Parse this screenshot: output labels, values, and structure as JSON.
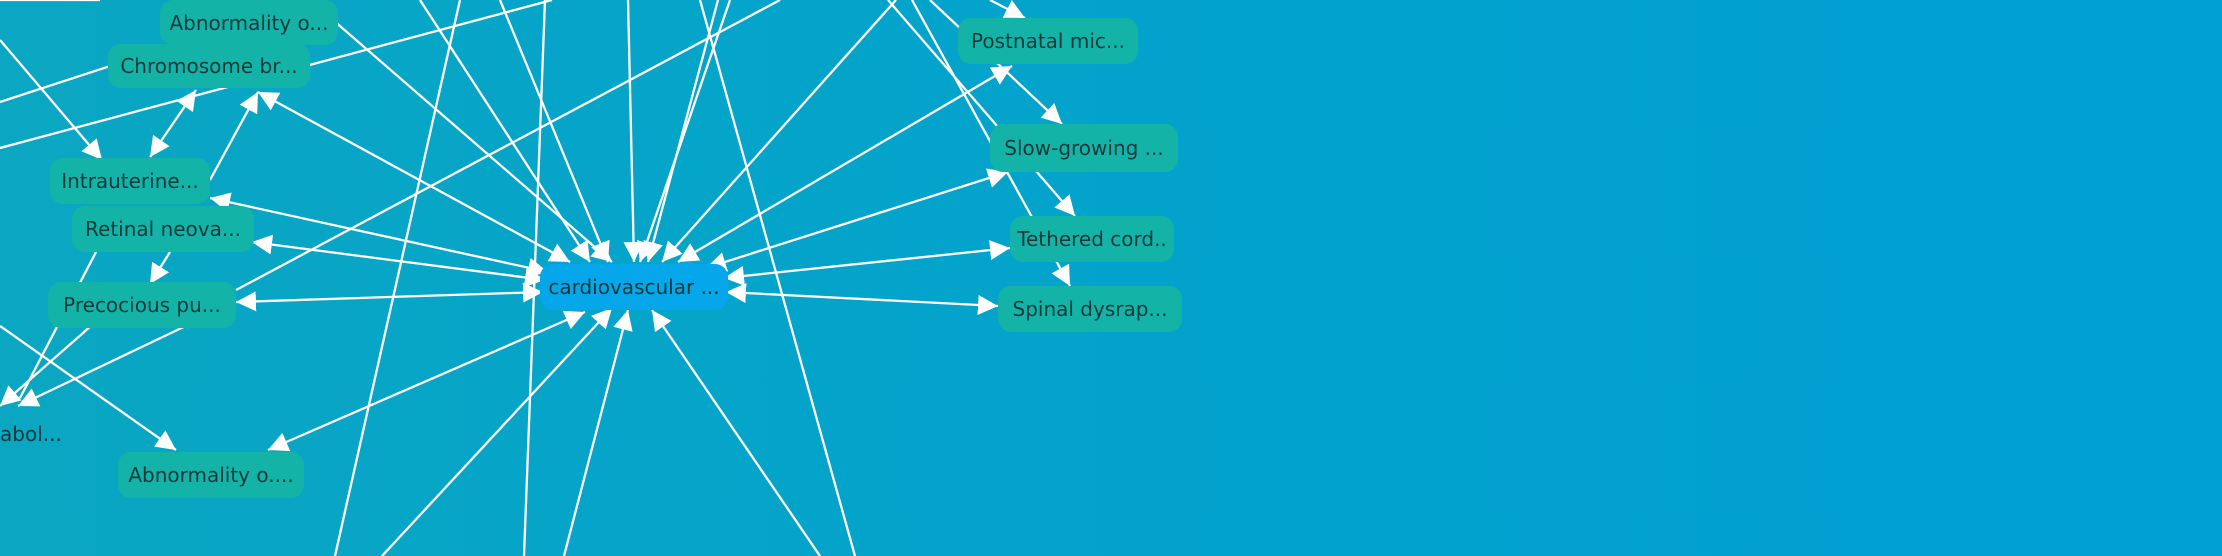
{
  "graph": {
    "center_node": {
      "label": "cardiovascular ..."
    },
    "nodes": [
      {
        "id": "abnormality_top",
        "label": "Abnormality o..."
      },
      {
        "id": "chromosome",
        "label": "Chromosome br..."
      },
      {
        "id": "intrauterine",
        "label": "Intrauterine..."
      },
      {
        "id": "retinal",
        "label": "Retinal neova..."
      },
      {
        "id": "precocious",
        "label": "Precocious pu..."
      },
      {
        "id": "abnormality_bottom",
        "label": "Abnormality o...."
      },
      {
        "id": "postnatal",
        "label": "Postnatal mic..."
      },
      {
        "id": "slow_growing",
        "label": "Slow-growing ..."
      },
      {
        "id": "tethered",
        "label": "Tethered cord.."
      },
      {
        "id": "spinal",
        "label": "Spinal dysrap..."
      }
    ],
    "partial_label": "abol...",
    "colors": {
      "background": "#03a3cc",
      "node_fill": "#14b3a8",
      "center_fill": "#05a6ea",
      "edge": "#ffffff",
      "label_text": "#123a3a"
    }
  }
}
